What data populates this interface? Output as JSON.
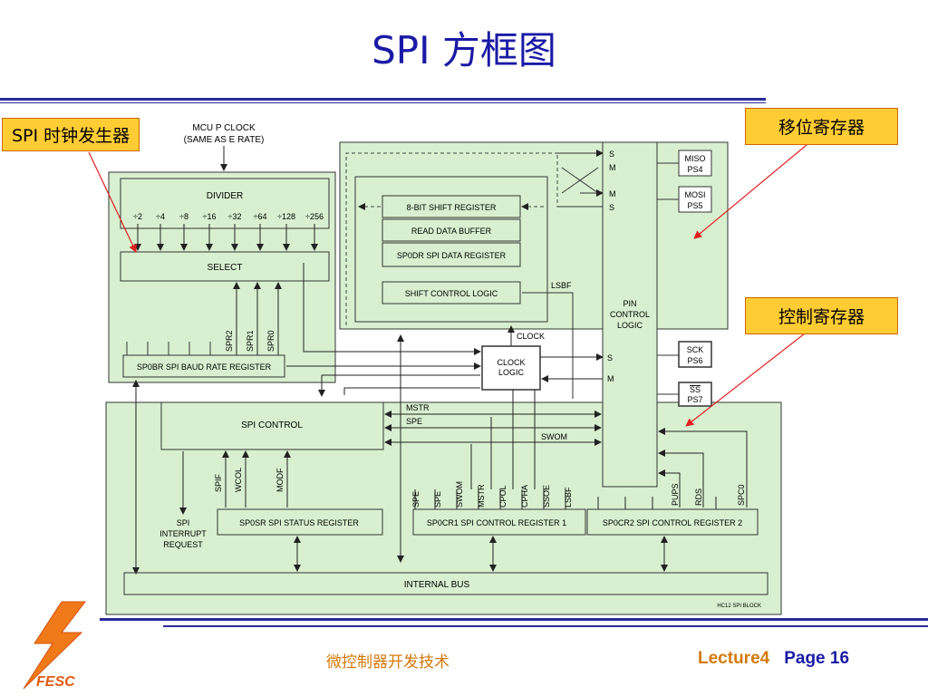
{
  "slide": {
    "title": "SPI 方框图",
    "callouts": {
      "clock_gen": "SPI 时钟发生器",
      "shift_reg": "移位寄存器",
      "control_reg": "控制寄存器"
    },
    "footer": {
      "course": "微控制器开发技术",
      "lecture": "Lecture4",
      "page_label": "Page",
      "page_number": "16",
      "logo_text": "FESC"
    }
  },
  "diagram": {
    "mcu_clock_line1": "MCU P CLOCK",
    "mcu_clock_line2": "(SAME AS E RATE)",
    "divider": "DIVIDER",
    "div_ratios": [
      "÷2",
      "÷4",
      "÷8",
      "÷16",
      "÷32",
      "÷64",
      "÷128",
      "÷256"
    ],
    "select": "SELECT",
    "spr_bits": [
      "SPR2",
      "SPR1",
      "SPR0"
    ],
    "baud_reg": "SP0BR SPI BAUD RATE REGISTER",
    "shift_register": "8-BIT SHIFT REGISTER",
    "read_buffer": "READ DATA BUFFER",
    "data_register": "SP0DR SPI DATA REGISTER",
    "shift_control": "SHIFT CONTROL LOGIC",
    "lsbf": "LSBF",
    "clock_label": "CLOCK",
    "clock_logic_line1": "CLOCK",
    "clock_logic_line2": "LOGIC",
    "pin_control_line1": "PIN",
    "pin_control_line2": "CONTROL",
    "pin_control_line3": "LOGIC",
    "pin_s": "S",
    "pin_m": "M",
    "miso_line1": "MISO",
    "miso_line2": "PS4",
    "mosi_line1": "MOSI",
    "mosi_line2": "PS5",
    "sck_line1": "SCK",
    "sck_line2": "PS6",
    "ss_line1": "SS",
    "ss_line2": "PS7",
    "spi_control": "SPI CONTROL",
    "mstr": "MSTR",
    "spe": "SPE",
    "swom": "SWOM",
    "status_bits": [
      "SPIF",
      "WCOL",
      "MODF"
    ],
    "status_reg": "SP0SR SPI STATUS REGISTER",
    "cr1_bits": [
      "SPE",
      "SPE",
      "SWOM",
      "MSTR",
      "CPOL",
      "CPHA",
      "SSOE",
      "LSBF"
    ],
    "cr1_reg": "SP0CR1 SPI CONTROL REGISTER 1",
    "cr2_bits": [
      "PUPS",
      "RDS",
      "SPC0"
    ],
    "cr2_reg": "SP0CR2 SPI CONTROL REGISTER 2",
    "interrupt_line1": "SPI",
    "interrupt_line2": "INTERRUPT",
    "interrupt_line3": "REQUEST",
    "internal_bus": "INTERNAL BUS",
    "figure_id": "HC12 SPI BLOCK"
  },
  "colors": {
    "title_blue": "#1a1aa6",
    "callout_fill": "#ffcc33",
    "panel_green": "#d8f0d0",
    "footer_orange": "#d4790a",
    "arrow_red": "#e02020"
  }
}
